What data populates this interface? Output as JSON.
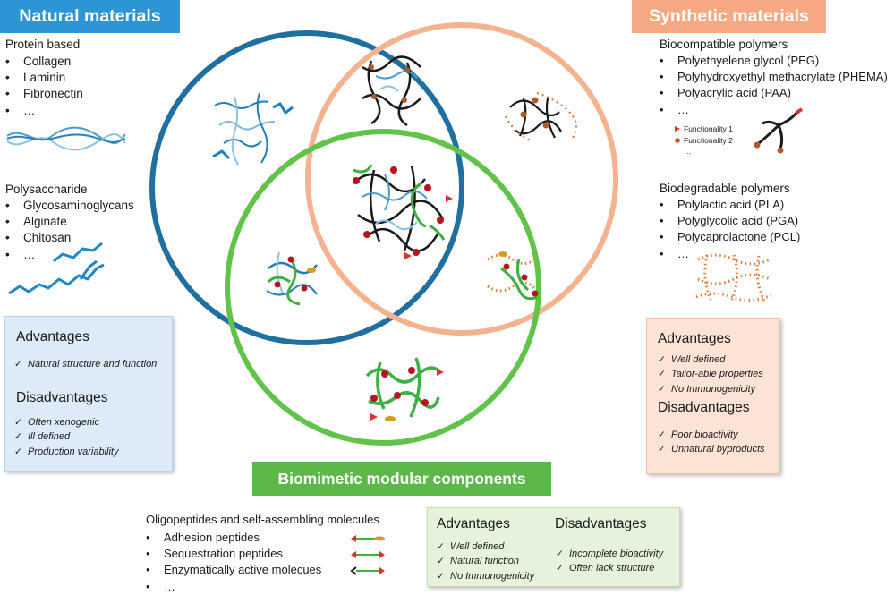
{
  "natural": {
    "title": "Natural materials",
    "protein_heading": "Protein based",
    "protein_items": [
      "Collagen",
      "Laminin",
      "Fibronectin",
      "…"
    ],
    "polysaccharide_heading": "Polysaccharide",
    "polysaccharide_items": [
      "Glycosaminoglycans",
      "Alginate",
      "Chitosan",
      "…"
    ],
    "advantages_heading": "Advantages",
    "advantages": [
      "Natural structure and function"
    ],
    "disadvantages_heading": "Disadvantages",
    "disadvantages": [
      "Often xenogenic",
      "Ill defined",
      "Production variability"
    ]
  },
  "synthetic": {
    "title": "Synthetic materials",
    "biocompatible_heading": "Biocompatible polymers",
    "biocompatible_items": [
      "Polyethyelene glycol (PEG)",
      "Polyhydroxyethyl methacrylate (PHEMA)",
      "Polyacrylic acid (PAA)",
      "…"
    ],
    "functionality_legend": [
      "Functionality 1",
      "Functionality 2",
      "…"
    ],
    "biodegradable_heading": "Biodegradable polymers",
    "biodegradable_items": [
      "Polylactic acid (PLA)",
      "Polyglycolic acid (PGA)",
      "Polycaprolactone (PCL)",
      "…"
    ],
    "advantages_heading": "Advantages",
    "advantages": [
      "Well defined",
      "Tailor-able properties",
      "No Immunogenicity"
    ],
    "disadvantages_heading": "Disadvantages",
    "disadvantages": [
      "Poor bioactivity",
      "Unnatural byproducts"
    ]
  },
  "biomimetic": {
    "title": "Biomimetic modular components",
    "oligo_heading": "Oligopeptides and self-assembling molecules",
    "oligo_items": [
      "Adhesion peptides",
      "Sequestration peptides",
      "Enzymatically active molecues",
      "…"
    ],
    "advantages_heading": "Advantages",
    "advantages": [
      "Well defined",
      "Natural function",
      "No Immunogenicity"
    ],
    "disadvantages_heading": "Disadvantages",
    "disadvantages": [
      "Incomplete bioactivity",
      "Often lack structure"
    ]
  },
  "colors": {
    "natural_blue": "#1f6fa0",
    "natural_banner": "#2a96d4",
    "synthetic_peach": "#f4b38f",
    "synthetic_banner": "#f6a882",
    "biomimetic_green": "#62c34a",
    "biomimetic_banner": "#5cb848",
    "natural_box": "#dcebf7",
    "synthetic_box": "#fbe3d5",
    "biomimetic_box": "#e6f3dc"
  }
}
